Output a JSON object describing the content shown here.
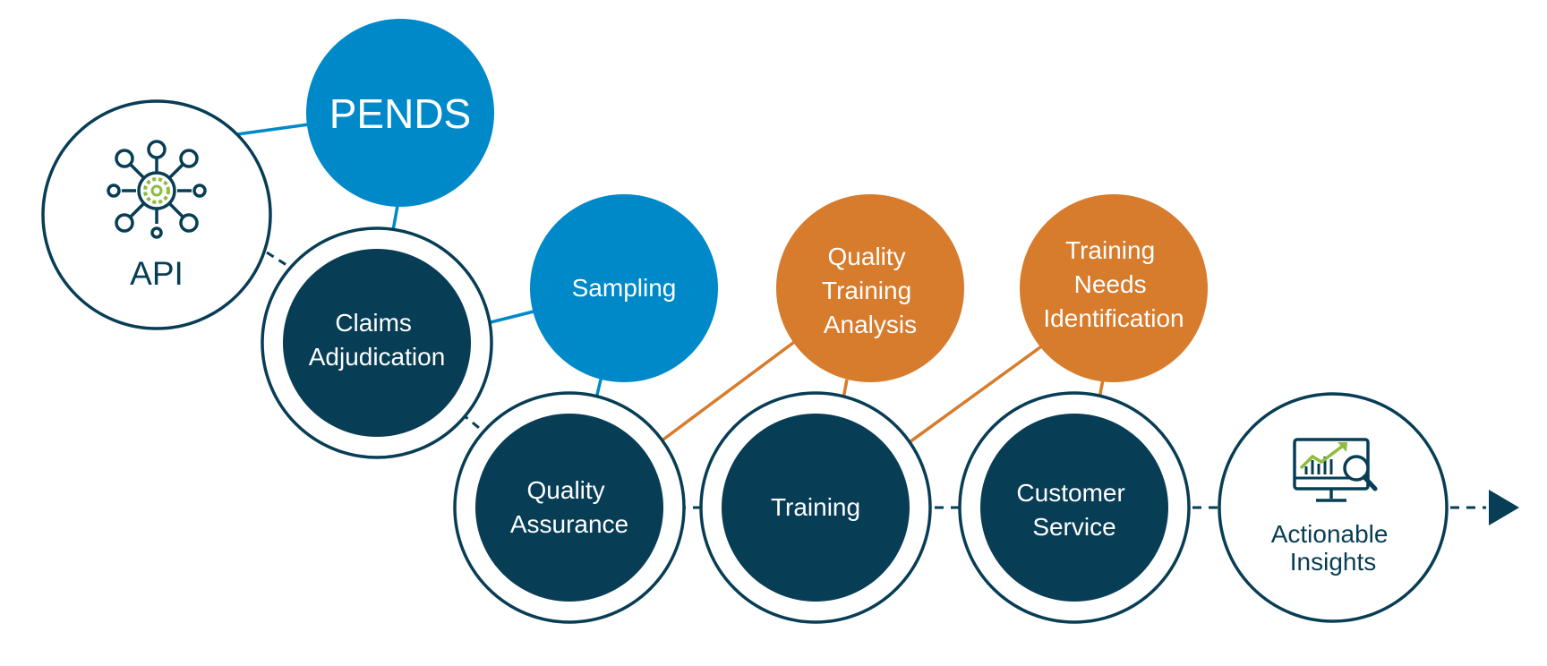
{
  "colors": {
    "navy": "#073d55",
    "blue": "#0089c9",
    "orange": "#d77b2c",
    "green": "#8cbd3f",
    "white": "#ffffff"
  },
  "nodes": {
    "api": {
      "label": "API",
      "icon": "network-gear-icon"
    },
    "pends": {
      "label": "PENDS"
    },
    "claims": {
      "lines": [
        "Claims",
        "Adjudication"
      ]
    },
    "sampling": {
      "label": "Sampling"
    },
    "quality_assurance": {
      "lines": [
        "Quality",
        "Assurance"
      ]
    },
    "quality_training_analysis": {
      "lines": [
        "Quality",
        "Training",
        "Analysis"
      ]
    },
    "training": {
      "label": "Training"
    },
    "training_needs": {
      "lines": [
        "Training",
        "Needs",
        "Identification"
      ]
    },
    "customer_service": {
      "lines": [
        "Customer",
        "Service"
      ]
    },
    "actionable_insights": {
      "lines": [
        "Actionable",
        "Insights"
      ],
      "icon": "analytics-monitor-icon"
    }
  }
}
